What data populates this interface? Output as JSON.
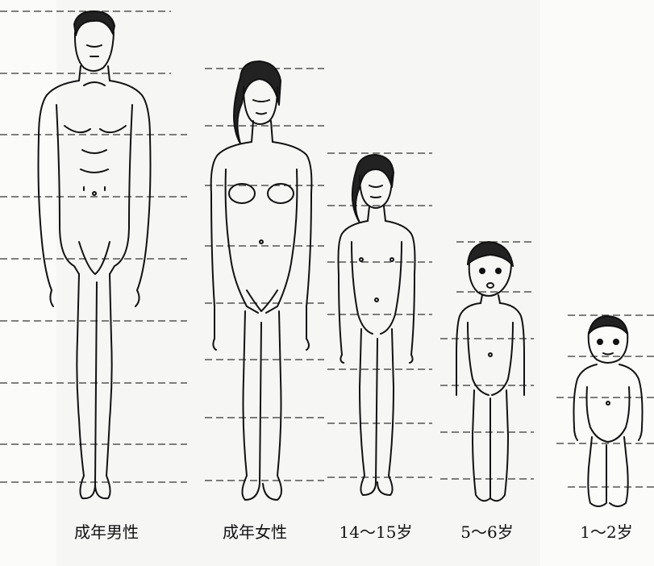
{
  "figures": [
    {
      "label": "成年男性"
    },
    {
      "label": "成年女性"
    },
    {
      "label": "14～15岁"
    },
    {
      "label": "5～6岁"
    },
    {
      "label": "1～2岁"
    }
  ]
}
